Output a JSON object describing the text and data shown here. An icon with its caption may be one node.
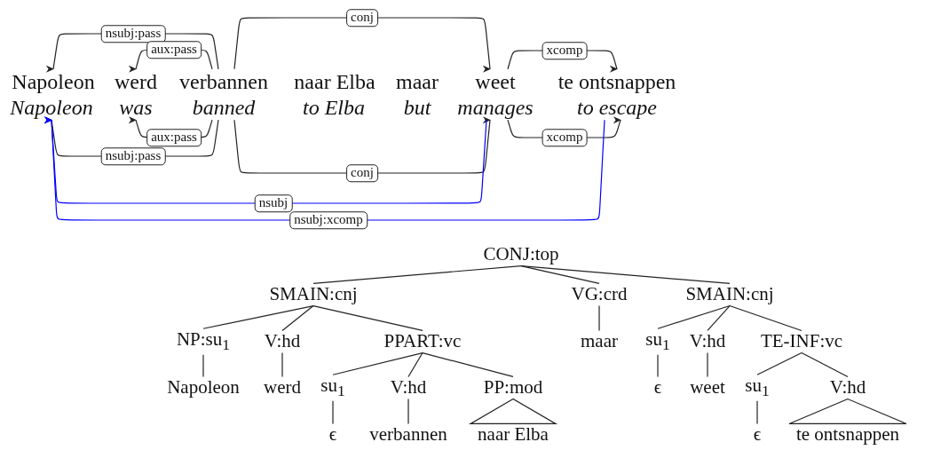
{
  "diagram": {
    "nodes": [
      {
        "text": [
          "Napoleon"
        ]
      },
      {
        "text": [
          "werd"
        ]
      },
      {
        "text": [
          "verbannen"
        ]
      },
      {
        "text": [
          "naar Elba"
        ]
      },
      {
        "text": [
          "maar"
        ]
      },
      {
        "text": [
          "weet"
        ]
      },
      {
        "text": [
          "te ontsnappen"
        ]
      },
      {
        "text": [
          "Napoleon"
        ]
      },
      {
        "text": [
          "was"
        ]
      },
      {
        "text": [
          "banned"
        ]
      },
      {
        "text": [
          "to Elba"
        ]
      },
      {
        "text": [
          "but"
        ]
      },
      {
        "text": [
          "manages"
        ]
      },
      {
        "text": [
          "to escape"
        ]
      },
      {
        "text": [
          "CONJ:top"
        ]
      },
      {
        "text": [
          "SMAIN:cnj"
        ]
      },
      {
        "text": [
          "VG:crd"
        ]
      },
      {
        "text": [
          "SMAIN:cnj"
        ]
      },
      {
        "text": [
          "NP:su$_{1}$"
        ]
      },
      {
        "text": [
          "V:hd"
        ]
      },
      {
        "text": [
          "PPART:vc"
        ]
      },
      {
        "text": [
          "maar"
        ]
      },
      {
        "text": [
          "su$_{1}$"
        ]
      },
      {
        "text": [
          "V:hd"
        ]
      },
      {
        "text": [
          "TE-INF:vc"
        ]
      },
      {
        "text": [
          "Napoleon"
        ]
      },
      {
        "text": [
          "werd"
        ]
      },
      {
        "text": [
          "su$_{1}$"
        ]
      },
      {
        "text": [
          "V:hd"
        ]
      },
      {
        "text": [
          "PP:mod"
        ]
      },
      {
        "text": [
          "ϵ"
        ]
      },
      {
        "text": [
          "weet"
        ]
      },
      {
        "text": [
          "su$_{1}$"
        ]
      },
      {
        "text": [
          "V:hd"
        ]
      },
      {
        "text": [
          "ϵ"
        ]
      },
      {
        "text": [
          "verbannen"
        ]
      },
      {
        "text": [
          "naar Elba"
        ]
      },
      {
        "text": [
          "ϵ"
        ]
      },
      {
        "text": [
          "te ontsnappen"
        ]
      }
    ],
    "edges": [
      {
        "from": 2,
        "to": 0,
        "arrow": "to",
        "label": "nsubj:pass"
      },
      {
        "from": 2,
        "to": 1,
        "arrow": "to",
        "label": "aux:pass"
      },
      {
        "from": 2,
        "to": 5,
        "arrow": "to",
        "label": "conj"
      },
      {
        "from": 5,
        "to": 6,
        "arrow": "to",
        "label": "xcomp"
      },
      {
        "from": 9,
        "to": 7,
        "arrow": "to",
        "label": "nsubj:pass"
      },
      {
        "from": 9,
        "to": 8,
        "arrow": "to",
        "label": "aux:pass"
      },
      {
        "from": 9,
        "to": 12,
        "arrow": "to",
        "label": "conj"
      },
      {
        "from": 12,
        "to": 13,
        "arrow": "to",
        "label": "xcomp"
      },
      {
        "from": 12,
        "to": 7,
        "arrow": "to",
        "label": "nsubj",
        "color": "#0000ff"
      },
      {
        "from": 13,
        "to": 7,
        "arrow": "to",
        "label": "nsubj:xcomp",
        "color": "#0000ff"
      },
      {
        "from": 14,
        "to": 15,
        "arrow": "none"
      },
      {
        "from": 14,
        "to": 16,
        "arrow": "none"
      },
      {
        "from": 14,
        "to": 17,
        "arrow": "none"
      },
      {
        "from": 15,
        "to": 18,
        "arrow": "none"
      },
      {
        "from": 15,
        "to": 19,
        "arrow": "none"
      },
      {
        "from": 15,
        "to": 20,
        "arrow": "none"
      },
      {
        "from": 16,
        "to": 21,
        "arrow": "none"
      },
      {
        "from": 17,
        "to": 22,
        "arrow": "none"
      },
      {
        "from": 17,
        "to": 23,
        "arrow": "none"
      },
      {
        "from": 17,
        "to": 24,
        "arrow": "none"
      },
      {
        "from": 18,
        "to": 25,
        "arrow": "none"
      },
      {
        "from": 19,
        "to": 26,
        "arrow": "none"
      },
      {
        "from": 20,
        "to": 27,
        "arrow": "none"
      },
      {
        "from": 20,
        "to": 28,
        "arrow": "none"
      },
      {
        "from": 20,
        "to": 29,
        "arrow": "none"
      },
      {
        "from": 22,
        "to": 30,
        "arrow": "none"
      },
      {
        "from": 23,
        "to": 31,
        "arrow": "none"
      },
      {
        "from": 24,
        "to": 32,
        "arrow": "none"
      },
      {
        "from": 24,
        "to": 33,
        "arrow": "none"
      },
      {
        "from": 27,
        "to": 34,
        "arrow": "none"
      },
      {
        "from": 28,
        "to": 35,
        "arrow": "none"
      },
      {
        "from": 29,
        "to": 36,
        "arrow": "none"
      },
      {
        "from": 32,
        "to": 37,
        "arrow": "none"
      },
      {
        "from": 33,
        "to": 38,
        "arrow": "none"
      }
    ]
  }
}
